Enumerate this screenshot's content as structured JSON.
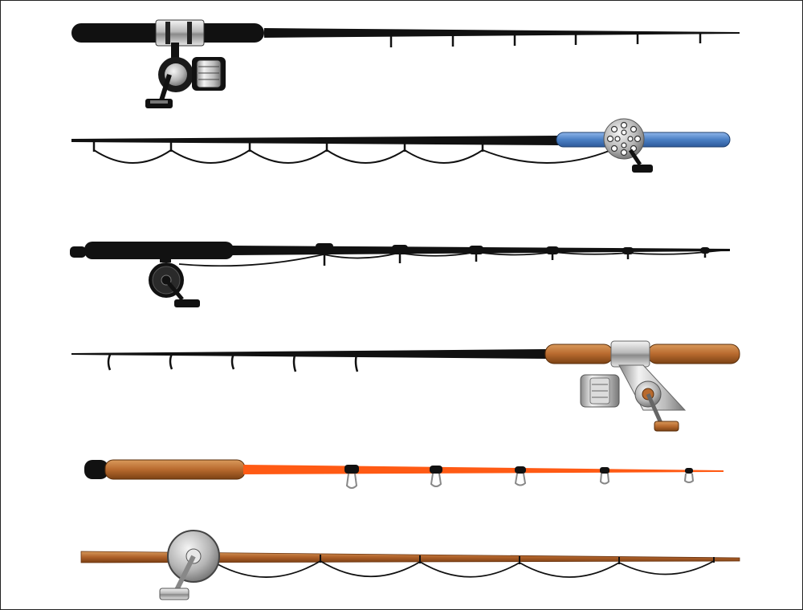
{
  "colors": {
    "background": "#ffffff",
    "border": "#222222",
    "black": "#111111",
    "blue_handle": "#4a7fc4",
    "cork": "#b86a2e",
    "orange_blank": "#ff5a14",
    "chrome": "#c8c8c8"
  },
  "rods": [
    {
      "name": "spinning-rod-black",
      "reel": "spinning-reel",
      "guides": 6
    },
    {
      "name": "casting-rod-blue-handle",
      "reel": "centerpin-reel",
      "guides": 6
    },
    {
      "name": "fly-rod-black",
      "reel": "fly-reel",
      "guides": 6
    },
    {
      "name": "spinning-rod-cork",
      "reel": "spinning-reel-chrome",
      "guides": 5
    },
    {
      "name": "ice-rod-orange",
      "reel": "none",
      "guides": 5
    },
    {
      "name": "bamboo-rod",
      "reel": "side-reel",
      "guides": 5
    }
  ]
}
